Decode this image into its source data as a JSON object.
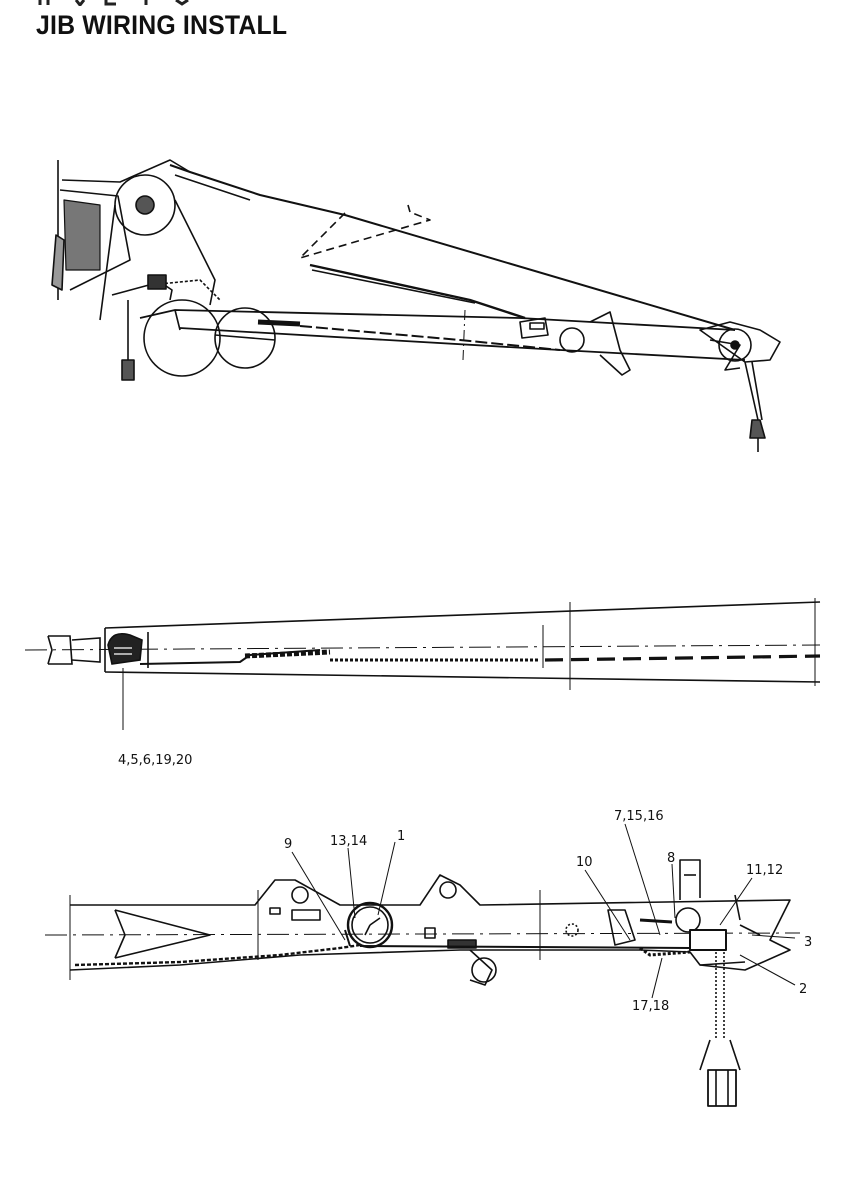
{
  "page": {
    "title": "JIB WIRING INSTALL"
  },
  "callouts": {
    "item_4_5_6_19_20": "4,5,6,19,20",
    "item_1": "1",
    "item_13_14": "13,14",
    "item_9": "9",
    "item_7_15_16": "7,15,16",
    "item_10": "10",
    "item_8": "8",
    "item_11_12": "11,12",
    "item_3": "3",
    "item_2": "2",
    "item_17_18": "17,18"
  }
}
